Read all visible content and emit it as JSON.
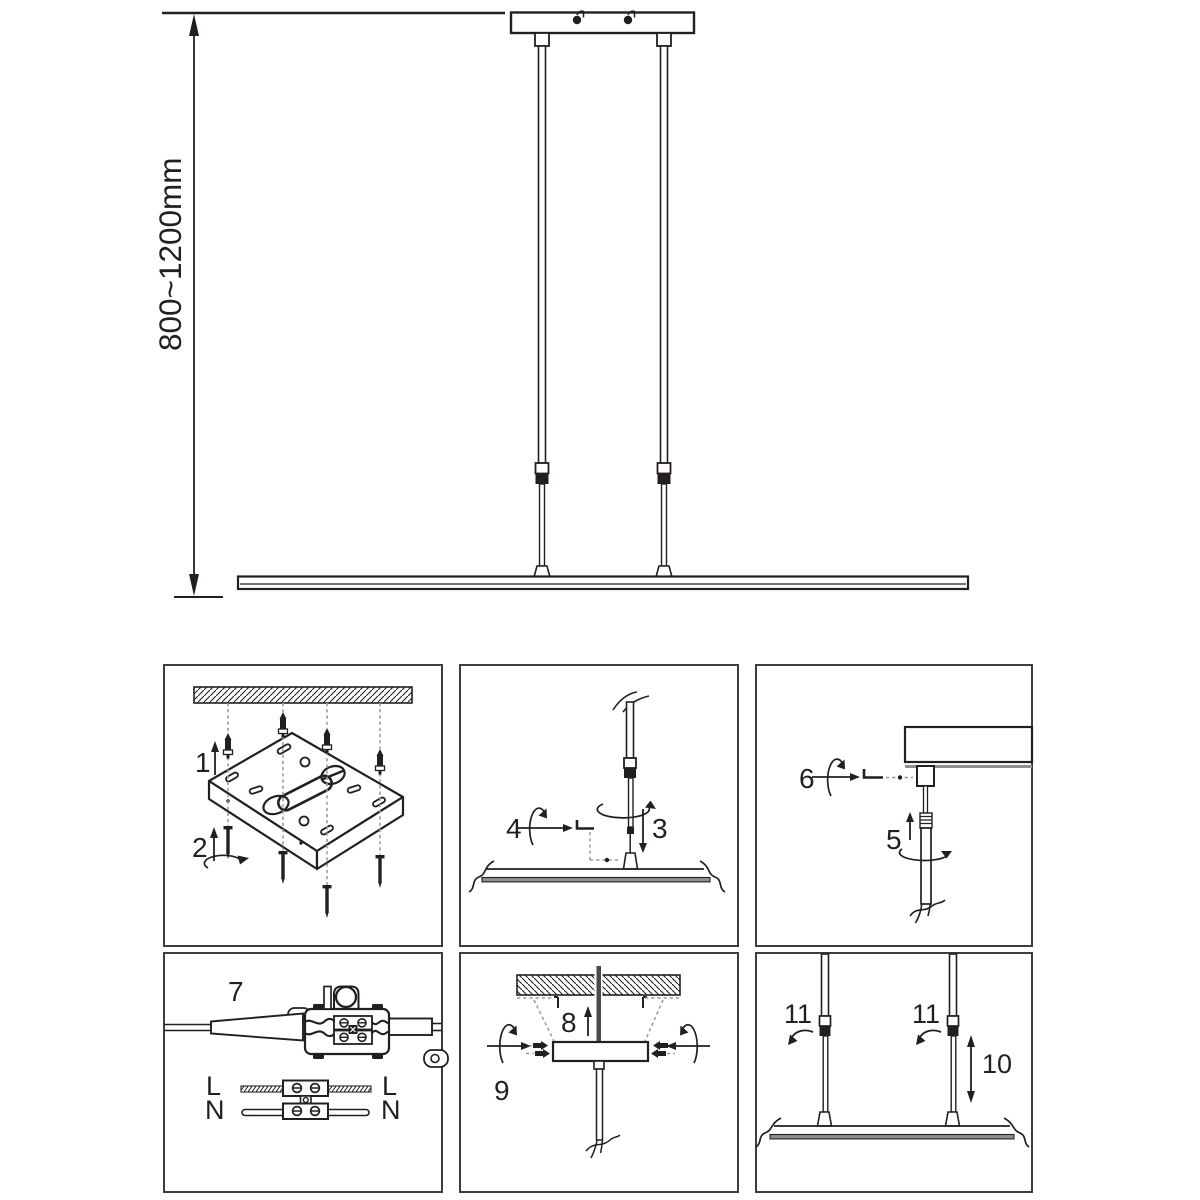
{
  "main_diagram": {
    "dimension_label": "800~1200mm"
  },
  "steps": {
    "1": "1",
    "2": "2",
    "3": "3",
    "4": "4",
    "5": "5",
    "6": "6",
    "7": "7",
    "8": "8",
    "9": "9",
    "10": "10",
    "11": "11"
  },
  "wiring": {
    "live": "L",
    "neutral": "N"
  },
  "colors": {
    "ink": "#231f20",
    "panel_border": "#3d3d3d",
    "shade_gray": "#8f8f8f",
    "dash_gray": "#9c9c9c",
    "background": "#ffffff"
  }
}
